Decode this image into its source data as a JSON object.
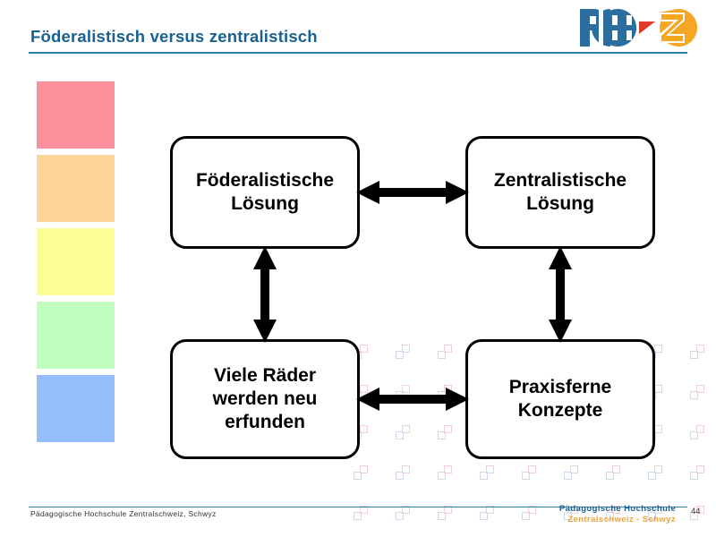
{
  "slide": {
    "title": "Föderalistisch  versus zentralistisch",
    "page_number": "44",
    "accent_color": "#1a6193",
    "rule_color": "#2c7fb0"
  },
  "logo": {
    "name": "phz-logo",
    "text": "PHZ",
    "blue": "#2a6d9e",
    "orange": "#f5a623",
    "red": "#e03a28"
  },
  "swatches": [
    {
      "name": "swatch-pink",
      "color": "#fc8f9c"
    },
    {
      "name": "swatch-orange",
      "color": "#fcd496"
    },
    {
      "name": "swatch-yellow",
      "color": "#fdfd94"
    },
    {
      "name": "swatch-green",
      "color": "#c1febd"
    },
    {
      "name": "swatch-blue",
      "color": "#97befc"
    }
  ],
  "diagram": {
    "nodes": [
      {
        "id": "node-top-left",
        "label": "Föderalistische\nLösung"
      },
      {
        "id": "node-top-right",
        "label": "Zentralistische\nLösung"
      },
      {
        "id": "node-bottom-left",
        "label": "Viele Räder\nwerden neu\nerfunden"
      },
      {
        "id": "node-bottom-right",
        "label": "Praxisferne\nKonzepte"
      }
    ],
    "connectors": [
      {
        "id": "arrow-top-horizontal",
        "type": "double-headed",
        "orientation": "horizontal"
      },
      {
        "id": "arrow-bottom-horizontal",
        "type": "double-headed",
        "orientation": "horizontal"
      },
      {
        "id": "arrow-left-vertical",
        "type": "double-headed",
        "orientation": "vertical"
      },
      {
        "id": "arrow-right-vertical",
        "type": "double-headed",
        "orientation": "vertical"
      }
    ]
  },
  "footer": {
    "left_text": "Pädagogische Hochschule Zentralschweiz, Schwyz",
    "brand_line1": "Pädagogische Hochschule",
    "brand_line2": "Zentralschweiz - Schwyz"
  }
}
